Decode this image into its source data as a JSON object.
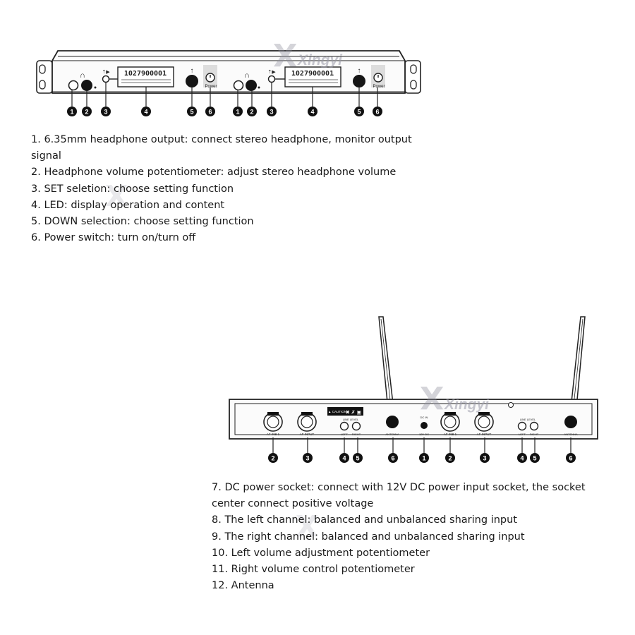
{
  "front_panel": {
    "watermark": "Xingyi",
    "units": [
      {
        "display": "1027900001",
        "down_symbol": "↑",
        "power_label": "Power"
      },
      {
        "display": "1027900001",
        "down_symbol": "↑",
        "power_label": "Power"
      }
    ],
    "callouts": [
      "1",
      "2",
      "3",
      "4",
      "5",
      "6",
      "1",
      "2",
      "3",
      "4",
      "5",
      "6"
    ],
    "descriptions": [
      "1. 6.35mm headphone output: connect stereo headphone, monitor output",
      "signal",
      "2. Headphone volume potentiometer: adjust stereo headphone volume",
      "3. SET seletion: choose setting function",
      "4. LED: display operation and content",
      "5. DOWN selection: choose setting function",
      "6. Power switch: turn on/turn off"
    ]
  },
  "rear_panel": {
    "watermark": "Xingyi",
    "labels": {
      "rf_in_1": "AF INB 1",
      "rf_in_2": "AF INPUT",
      "caution": "▲ CAUTION",
      "left": "LEFT",
      "right": "RIGHT",
      "level": "LINE LEVEL",
      "antenna": "ANTENNA",
      "dc": "DC IN",
      "dc_spec": "12V DC"
    },
    "callouts": [
      "2",
      "3",
      "4",
      "5",
      "6",
      "1",
      "2",
      "3",
      "4",
      "5",
      "6"
    ],
    "descriptions": [
      "7. DC power socket: connect with 12V DC power input socket, the socket",
      "center connect positive voltage",
      "8. The left channel: balanced and unbalanced sharing input",
      "9. The right channel: balanced and unbalanced sharing input",
      "10. Left volume adjustment potentiometer",
      "11. Right volume control potentiometer",
      "12.  Antenna"
    ]
  },
  "colors": {
    "line": "#222222",
    "callout_fill": "#111111",
    "panel_fill": "#fafafa",
    "watermark": "#9a9aa8"
  }
}
